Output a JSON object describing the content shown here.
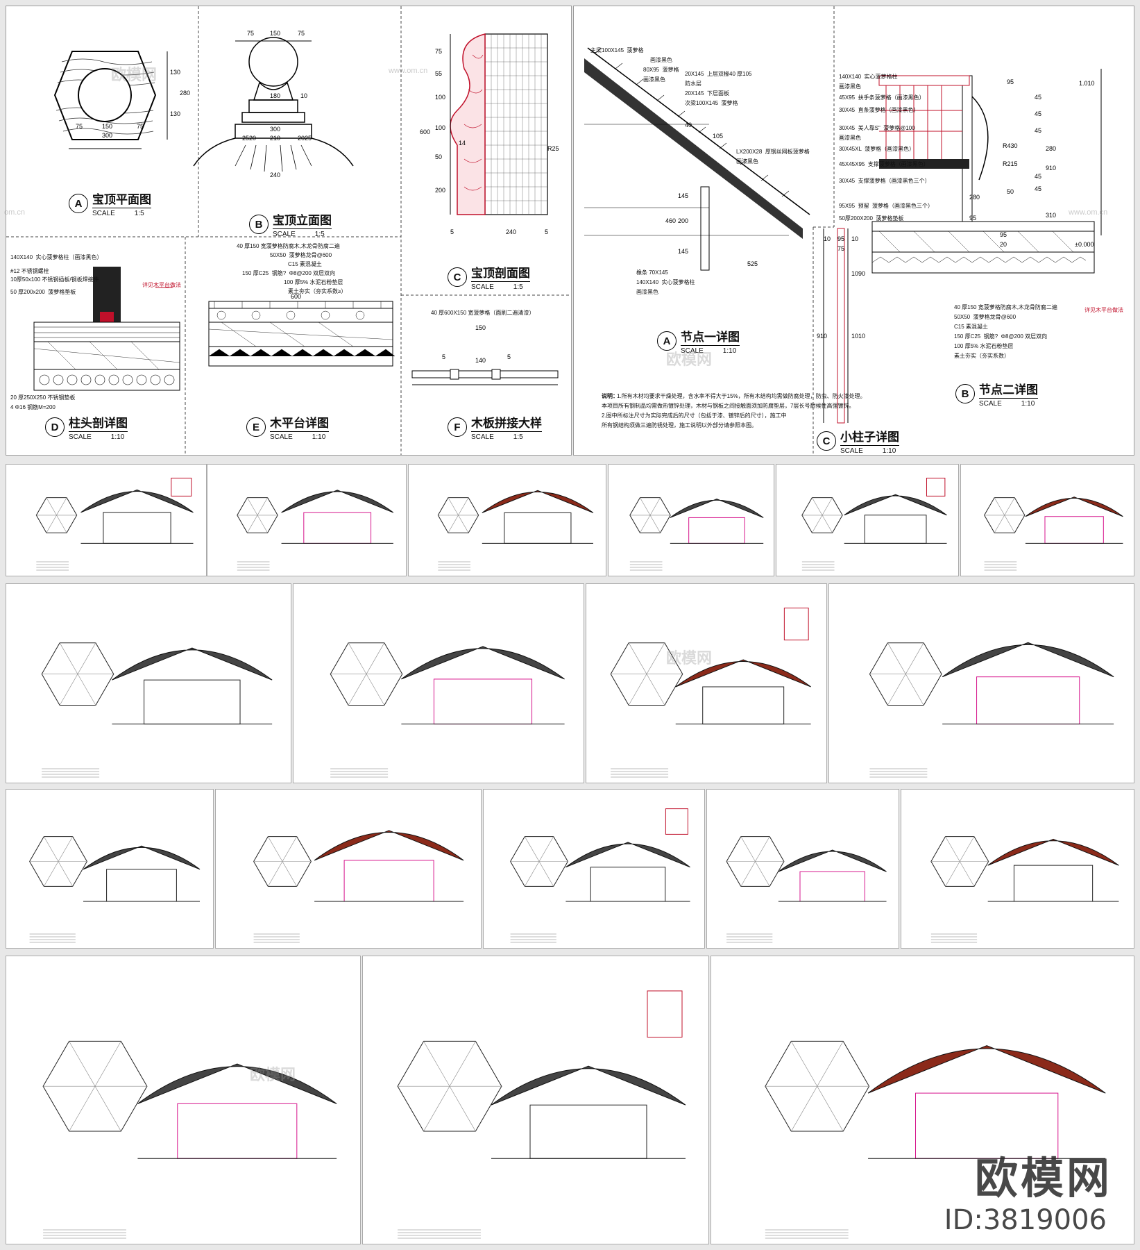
{
  "top_left_sheet": {
    "A": {
      "letter": "A",
      "title": "宝顶平面图",
      "scale_label": "SCALE",
      "scale_value": "1:5",
      "dims": [
        "75",
        "150",
        "75",
        "300",
        "130",
        "130",
        "280"
      ]
    },
    "B": {
      "letter": "B",
      "title": "宝顶立面图",
      "scale_label": "SCALE",
      "scale_value": "1:5",
      "dims": [
        "75",
        "150",
        "75",
        "180",
        "10",
        "300",
        "210",
        "2520",
        "2025",
        "240"
      ]
    },
    "C": {
      "letter": "C",
      "title": "宝顶剖面图",
      "scale_label": "SCALE",
      "scale_value": "1:5",
      "dims": [
        "75",
        "55",
        "100",
        "100",
        "50",
        "200",
        "600",
        "240",
        "5",
        "5",
        "R25",
        "14"
      ]
    },
    "D": {
      "letter": "D",
      "title": "柱头剖详图",
      "scale_label": "SCALE",
      "scale_value": "1:10",
      "notes": [
        "140X140  实心菠萝格柱（画漆黑色）",
        "#12 不锈钢螺栓",
        "10厚50x100 不锈钢插板/钢板焊接件",
        "50 厚200x200  菠萝格垫板",
        "20 厚250X250 不锈钢垫板",
        "4 Φ16 钢筋M=200"
      ],
      "side_note": "详见木平台做法"
    },
    "E": {
      "letter": "E",
      "title": "木平台详图",
      "scale_label": "SCALE",
      "scale_value": "1:10",
      "notes": [
        "40 厚150 宽菠萝格防腐木,木龙骨防腐二遍",
        "50X50  菠萝格龙骨@600",
        "C15 素混凝土",
        "150 厚C25  钢筋?  Φ8@200 双层双向",
        "100 厚5% 水泥石粉垫层",
        "素土夯实（夯实系数≥）"
      ],
      "dim": "600"
    },
    "F": {
      "letter": "F",
      "title": "木板拼接大样",
      "scale_label": "SCALE",
      "scale_value": "1:5",
      "note": "40 厚600X150 宽菠萝格（面刷二遍清漆）",
      "dims": [
        "150",
        "5",
        "140",
        "5"
      ]
    }
  },
  "top_right_sheet": {
    "A": {
      "letter": "A",
      "title": "节点一详图",
      "scale_label": "SCALE",
      "scale_value": "1:10",
      "labels": [
        "主梁100X145  菠萝格",
        "画漆黑色",
        "80X95  菠萝格",
        "画漆黑色",
        "20X145  上层双椽40 厚105",
        "防水层",
        "20X145  下层面板",
        "次梁100X145  菠萝格",
        "LX200X28  厚钢丝网板菠萝格",
        "画漆黑色",
        "橡条 70X145",
        "140X140  实心菠萝格柱",
        "画漆黑色"
      ],
      "dims": [
        "40",
        "105",
        "525",
        "145",
        "460",
        "200",
        "145"
      ],
      "notes_lead": "说明：",
      "notes": [
        "1.所有木材均要求干燥处理，含水率不得大于15%，所有木结构均需做防腐处理，防虫、防火漆处理。",
        "本项目所有钢制品均需做热镀锌处理，木材与钢板之间接触面须加防腐垫层，7层长号耐候性高强镀锌。",
        "2.图中所标注尺寸为实际完成后的尺寸（包括于漆、镀锌后的尺寸），施工中",
        "所有钢结构须做三遍防锈处理，施工说明以外部分请参照本图。"
      ]
    },
    "B": {
      "letter": "B",
      "title": "节点二详图",
      "scale_label": "SCALE",
      "scale_value": "1:10",
      "labels": [
        "140X140  实心菠萝格柱",
        "画漆黑色",
        "45X95  扶手条菠萝格（画漆黑色）",
        "30X45  直条菠萝格（画漆黑色）",
        "30X45  美人靠S\"  菠萝格@100",
        "画漆黑色",
        "30X45XL  菠萝格（画漆黑色）",
        "45X45X95  支撑菠萝格（画漆黑色）",
        "30X45  支撑菠萝格（画漆黑色三个）",
        "95X95  预留  菠萝格（画漆黑色三个）",
        "50厚200X200  菠萝格垫板"
      ],
      "dims": [
        "95",
        "1.010",
        "45",
        "45",
        "45",
        "280",
        "R430",
        "R215",
        "45",
        "910",
        "45",
        "280",
        "50",
        "95",
        "310",
        "95",
        "20",
        "±0.000"
      ],
      "notes": [
        "40 厚150 宽菠萝格防腐木,木龙骨防腐二遍",
        "50X50  菠萝格龙骨@600",
        "C15 素混凝土",
        "150 厚C25  钢筋?  Φ8@200 双层双向",
        "100 厚5% 水泥石粉垫层",
        "素土夯实（夯实系数）"
      ],
      "side_note": "详见木平台做法"
    },
    "C": {
      "letter": "C",
      "title": "小柱子详图",
      "scale_label": "SCALE",
      "scale_value": "1:10",
      "dims": [
        "10",
        "95",
        "75",
        "10",
        "1090",
        "910",
        "1010"
      ]
    }
  },
  "watermark": {
    "logo": "欧模网",
    "id": "ID:3819006",
    "faint": "欧模网",
    "url": "www.om.cn",
    "url_short": "om.cn"
  },
  "colors": {
    "line": "#111111",
    "accent_red": "#c0102a",
    "magenta": "#d6148c",
    "wood_brown": "#8b2a1a",
    "blue": "#1a2fb8"
  }
}
